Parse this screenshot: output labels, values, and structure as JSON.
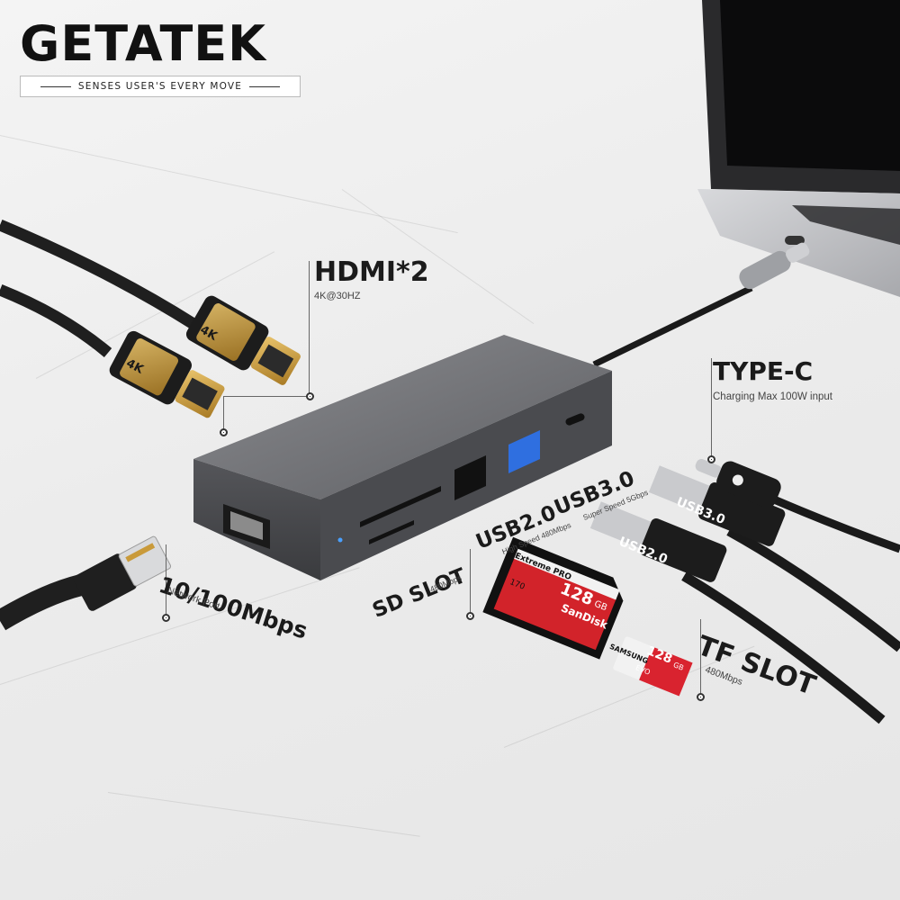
{
  "brand": {
    "name": "GETATEK",
    "tagline": "SENSES USER'S EVERY MOVE"
  },
  "ports": {
    "hdmi": {
      "title": "HDMI*2",
      "subtitle": "4K@30HZ"
    },
    "typec": {
      "title": "TYPE-C",
      "subtitle": "Charging Max 100W input"
    },
    "ethernet": {
      "title": "10/100Mbps",
      "subtitle": "Network Port"
    },
    "sd": {
      "title": "SD SLOT",
      "subtitle": "480Mbps"
    },
    "usb2": {
      "title": "USB2.0",
      "subtitle": "High Speed 480Mbps"
    },
    "usb3": {
      "title": "USB3.0",
      "subtitle": "Super Speed 5Gbps"
    },
    "tf": {
      "title": "TF SLOT",
      "subtitle": "480Mbps"
    }
  },
  "props": {
    "hdmi_badge": "4K",
    "usb3_plug_label": "USB3.0",
    "usb2_plug_label": "USB2.0",
    "sd_card": {
      "line1": "Extreme PRO",
      "capacity": "128",
      "unit": "GB",
      "brand": "SanDisk",
      "speed": "170"
    },
    "tf_card": {
      "capacity": "128",
      "unit": "GB",
      "brand": "SAMSUNG",
      "series": "EVO"
    }
  },
  "colors": {
    "hub_body": "#6d6e72",
    "usb3_blue": "#2f6fe0",
    "cable_black": "#1a1a1a",
    "gold": "#c99a3a",
    "sd_red": "#d2232a"
  }
}
